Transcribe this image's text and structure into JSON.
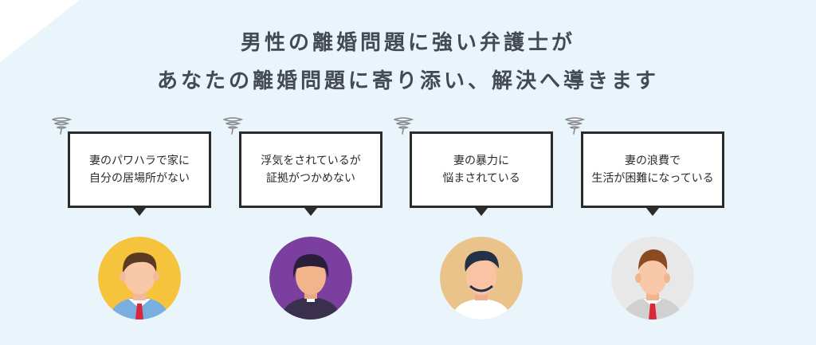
{
  "headline": {
    "line1": "男性の離婚問題に強い弁護士が",
    "line2": "あなたの離婚問題に寄り添い、解決へ導きます"
  },
  "cards": [
    {
      "lines": [
        "妻のパワハラで家に",
        "自分の居場所がない"
      ],
      "avatar": {
        "bg": "#f5c33c",
        "hair": "#5a3a22",
        "shirt": "#7aaee0",
        "tie": "#d8283a"
      }
    },
    {
      "lines": [
        "浮気をされているが",
        "証拠がつかめない"
      ],
      "avatar": {
        "bg": "#7b3fa0",
        "hair": "#2a1e3a",
        "shirt": "#3a2f4c",
        "tie": "#ffffff"
      }
    },
    {
      "lines": [
        "妻の暴力に",
        "悩まされている"
      ],
      "avatar": {
        "bg": "#e9c38a",
        "hair": "#223048",
        "shirt": "#ffffff",
        "tie": "#ffffff"
      }
    },
    {
      "lines": [
        "妻の浪費で",
        "生活が困難になっている"
      ],
      "avatar": {
        "bg": "#e8e8e8",
        "hair": "#8a4a22",
        "shirt": "#d0d0d0",
        "tie": "#d8283a"
      }
    }
  ]
}
